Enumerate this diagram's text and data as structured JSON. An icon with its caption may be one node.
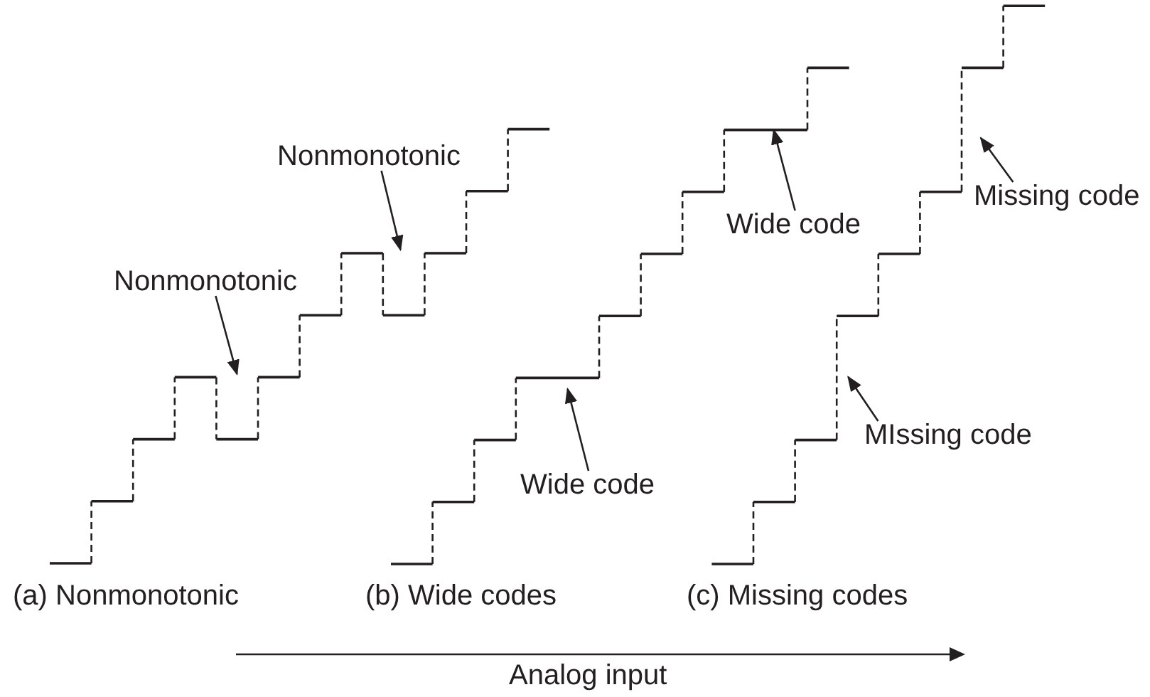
{
  "diagram": {
    "nodes": [
      {
        "text": [
          "Nonmonotonic"
        ]
      },
      {
        "text": [
          "Nonmonotonic"
        ]
      },
      {
        "text": [
          "Wide code"
        ]
      },
      {
        "text": [
          "Wide code"
        ]
      },
      {
        "text": [
          "Missing code"
        ]
      },
      {
        "text": [
          "MIssing code"
        ]
      }
    ],
    "edges": [
      {
        "from": 0,
        "to": null,
        "arrow": "to"
      },
      {
        "from": 1,
        "to": null,
        "arrow": "to"
      },
      {
        "from": 2,
        "to": null,
        "arrow": "to"
      },
      {
        "from": 3,
        "to": null,
        "arrow": "to"
      },
      {
        "from": 4,
        "to": null,
        "arrow": "to"
      },
      {
        "from": 5,
        "to": null,
        "arrow": "to"
      }
    ],
    "labels": [
      "(a) Nonmonotonic",
      "(b) Wide codes",
      "(c) Missing codes",
      "Analog input"
    ]
  }
}
